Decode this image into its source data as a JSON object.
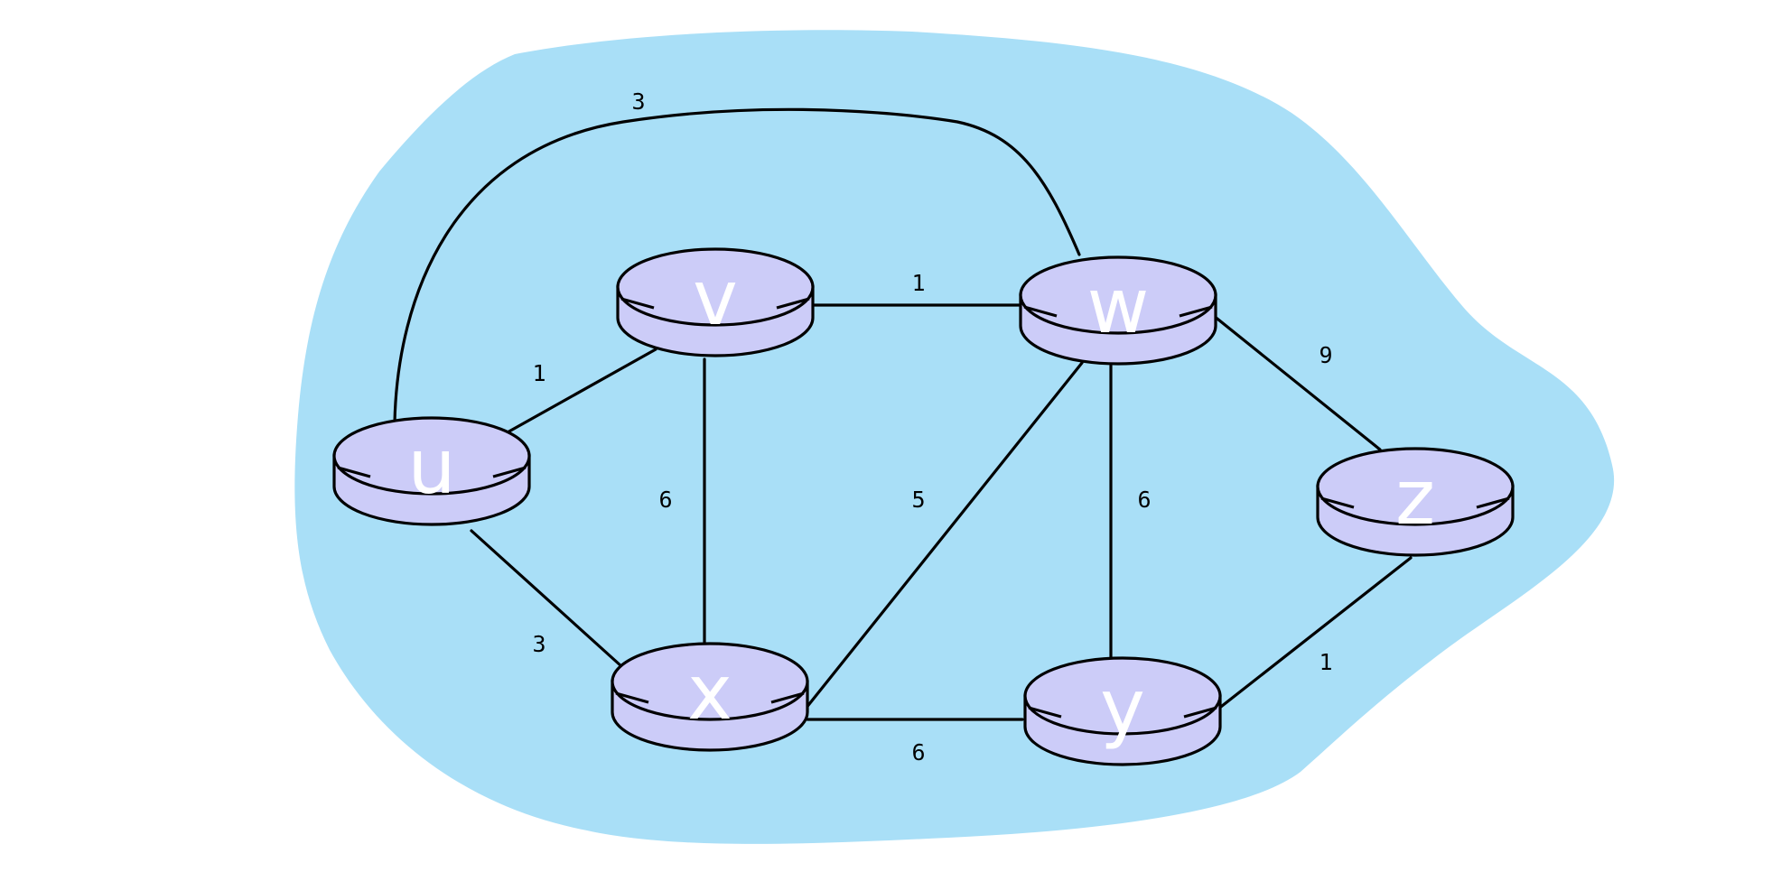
{
  "diagram": {
    "colors": {
      "cloud": "#a9dff7",
      "router_fill": "#ccccf8",
      "router_label": "#ffffff",
      "line": "#000000"
    },
    "routers": [
      {
        "id": "u",
        "label": "u",
        "icon": "router-icon"
      },
      {
        "id": "v",
        "label": "v",
        "icon": "router-icon"
      },
      {
        "id": "w",
        "label": "w",
        "icon": "router-icon"
      },
      {
        "id": "x",
        "label": "x",
        "icon": "router-icon"
      },
      {
        "id": "y",
        "label": "y",
        "icon": "router-icon"
      },
      {
        "id": "z",
        "label": "z",
        "icon": "router-icon"
      }
    ],
    "links": [
      {
        "id": "uw",
        "from": "u",
        "to": "w",
        "cost": "3"
      },
      {
        "id": "uv",
        "from": "u",
        "to": "v",
        "cost": "1"
      },
      {
        "id": "vw",
        "from": "v",
        "to": "w",
        "cost": "1"
      },
      {
        "id": "ux",
        "from": "u",
        "to": "x",
        "cost": "3"
      },
      {
        "id": "vx",
        "from": "v",
        "to": "x",
        "cost": "6"
      },
      {
        "id": "xw",
        "from": "x",
        "to": "w",
        "cost": "5"
      },
      {
        "id": "wy",
        "from": "w",
        "to": "y",
        "cost": "6"
      },
      {
        "id": "wz",
        "from": "w",
        "to": "z",
        "cost": "9"
      },
      {
        "id": "xy",
        "from": "x",
        "to": "y",
        "cost": "6"
      },
      {
        "id": "yz",
        "from": "y",
        "to": "z",
        "cost": "1"
      }
    ]
  }
}
